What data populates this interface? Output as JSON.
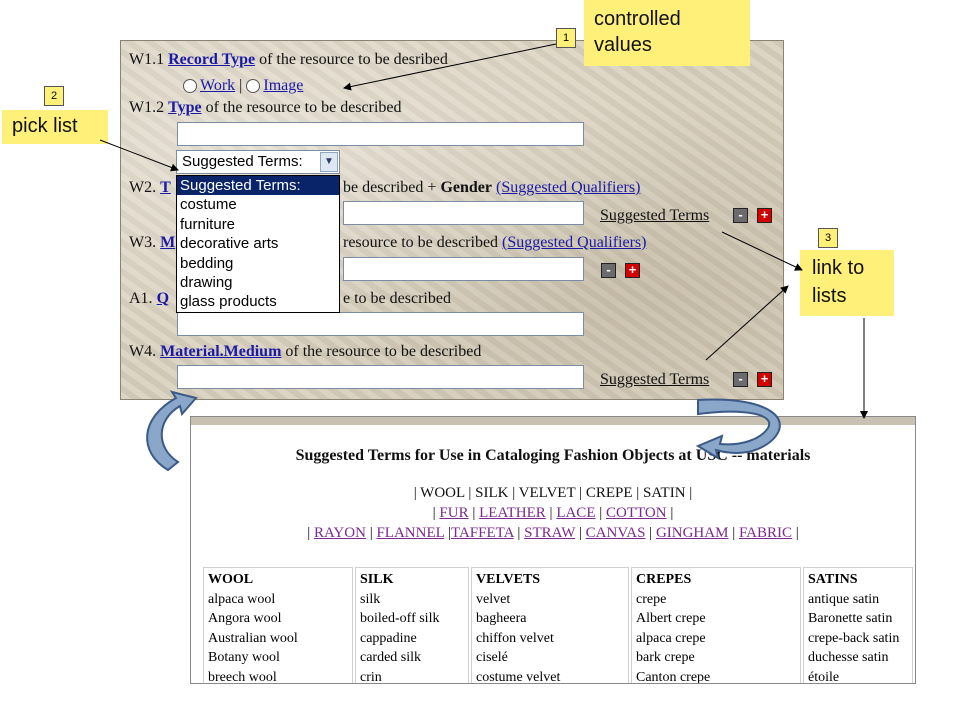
{
  "form": {
    "w11": {
      "prefix": "W1.1",
      "field": "Record Type",
      "suffix": "of the resource to be desribed"
    },
    "record_options": {
      "work": "Work",
      "sep": "|",
      "image": "Image"
    },
    "w12": {
      "prefix": "W1.2",
      "field": "Type",
      "suffix": "of the resource to be described"
    },
    "select_value": "Suggested Terms:",
    "dropdown_items": [
      "Suggested Terms:",
      "costume",
      "furniture",
      "decorative arts",
      "bedding",
      "drawing",
      "glass products"
    ],
    "w2": {
      "prefix": "W2.",
      "field": "T",
      "suffix": "be described +",
      "bold": "Gender",
      "qualifiers": "(Suggested Qualifiers)"
    },
    "w3": {
      "prefix": "W3.",
      "field": "M",
      "suffix": "resource to be described",
      "qualifiers": "(Suggested Qualifiers)"
    },
    "a1": {
      "prefix": "A1.",
      "field": "Q",
      "suffix": "e to be described"
    },
    "w4": {
      "prefix": "W4.",
      "field": "Material.Medium",
      "suffix": "of the resource to be described"
    },
    "suggested_terms": "Suggested Terms",
    "minus": "-",
    "plus": "+"
  },
  "callouts": {
    "c1": {
      "number": "1",
      "text_line1": "controlled",
      "text_line2": "values"
    },
    "c2": {
      "number": "2",
      "text": "pick list"
    },
    "c3": {
      "number": "3",
      "text_line1": "link to",
      "text_line2": "lists"
    }
  },
  "page": {
    "heading": "Suggested Terms for Use in Cataloging Fashion Objects at USC -- materials",
    "nav1": "| WOOL | SILK | VELVET | CREPE | SATIN |",
    "nav2_links": [
      "FUR",
      "LEATHER",
      "LACE",
      "COTTON"
    ],
    "nav3_links": [
      "RAYON",
      "FLANNEL",
      "TAFFETA",
      "STRAW",
      "CANVAS",
      "GINGHAM",
      "FABRIC"
    ],
    "columns": [
      {
        "header": "WOOL",
        "items": [
          "alpaca wool",
          "Angora wool",
          "Australian wool",
          "Botany wool",
          "breech wool"
        ]
      },
      {
        "header": "SILK",
        "items": [
          "silk",
          "boiled-off silk",
          "cappadine",
          "carded silk",
          "crin"
        ]
      },
      {
        "header": "VELVETS",
        "items": [
          "velvet",
          "bagheera",
          "chiffon velvet",
          "ciselé",
          "costume velvet"
        ]
      },
      {
        "header": "CREPES",
        "items": [
          "crepe",
          "Albert crepe",
          "alpaca crepe",
          "bark crepe",
          "Canton crepe"
        ]
      },
      {
        "header": "SATINS",
        "items": [
          "antique satin",
          "Baronette satin",
          "crepe-back satin",
          "duchesse satin",
          "étoile"
        ]
      }
    ]
  },
  "colors": {
    "callout": "#fff07a",
    "link": "#1a1aa6",
    "visited": "#7a2a8c",
    "arrow_fill": "#8aa6c8",
    "arrow_stroke": "#3b5a86"
  }
}
